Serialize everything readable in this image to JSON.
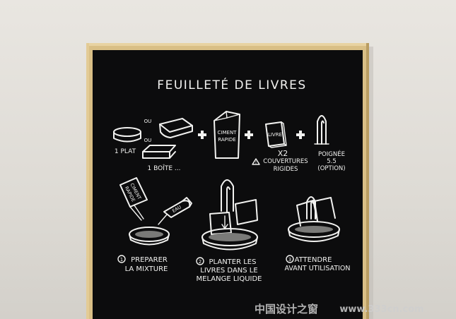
{
  "board": {
    "title": "FEUILLETÉ DE LIVRES",
    "ingredients": {
      "ou": "OU",
      "plat": "1 PLAT",
      "boite": "1 BOÎTE ...",
      "bag_line1": "CIMENT",
      "bag_line2": "RAPIDE",
      "book_label": "LIVRE",
      "x2": "X2",
      "warn_glyph": "!",
      "couvertures": "COUVERTURES",
      "rigides": "RIGIDES",
      "poignee": "POIGNÉE",
      "poignee_size": "5.5",
      "option": "(OPTION)"
    },
    "steps": {
      "packet_line1": "CIMENT",
      "packet_line2": "RAPIDE",
      "bottle": "EAU",
      "step1_num": "1",
      "step1_line1": "PREPARER",
      "step1_line2": "LA MIXTURE",
      "step2_num": "2",
      "step2_line1": "PLANTER LES",
      "step2_line2": "LIVRES DANS LE",
      "step2_line3": "MELANGE LIQUIDE",
      "step3_num": "3",
      "step3_line1": "ATTENDRE",
      "step3_line2": "AVANT UTILISATION"
    }
  },
  "watermark": {
    "cn": "中国设计之窗",
    "url": "www.333cn.com"
  },
  "colors": {
    "wall": "#e4e1dc",
    "frame": "#d9bf86",
    "board": "#0c0c0d",
    "chalk": "#f2f2f0"
  }
}
